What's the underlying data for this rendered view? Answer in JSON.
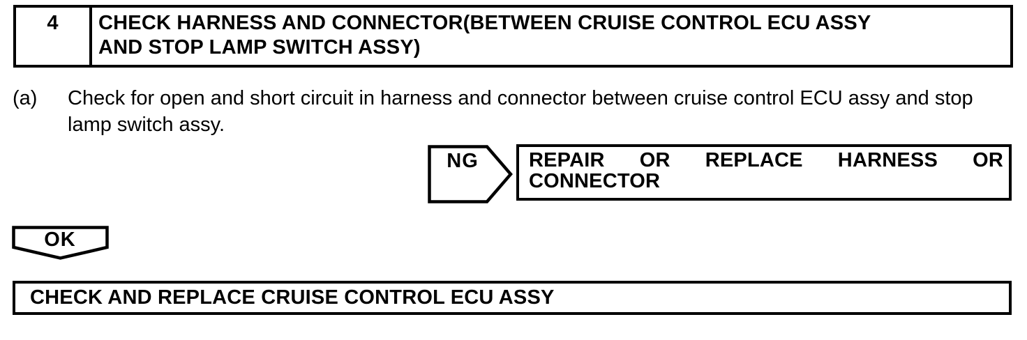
{
  "page": {
    "background": "#ffffff",
    "text_color": "#000000",
    "border_color": "#000000"
  },
  "step_header": {
    "number": "4",
    "title": "CHECK HARNESS AND CONNECTOR(BETWEEN CRUISE CONTROL ECU ASSY\nAND STOP LAMP SWITCH ASSY)"
  },
  "procedure": {
    "label": "(a)",
    "text": "Check for open and short circuit in harness and connector between cruise control ECU assy and stop\nlamp switch assy."
  },
  "ng_branch": {
    "arrow_label": "NG",
    "action_line1": "REPAIR OR REPLACE HARNESS OR",
    "action_line2": "CONNECTOR"
  },
  "ok_branch": {
    "label": "OK"
  },
  "conclusion": {
    "action": "CHECK AND REPLACE CRUISE CONTROL ECU ASSY"
  }
}
